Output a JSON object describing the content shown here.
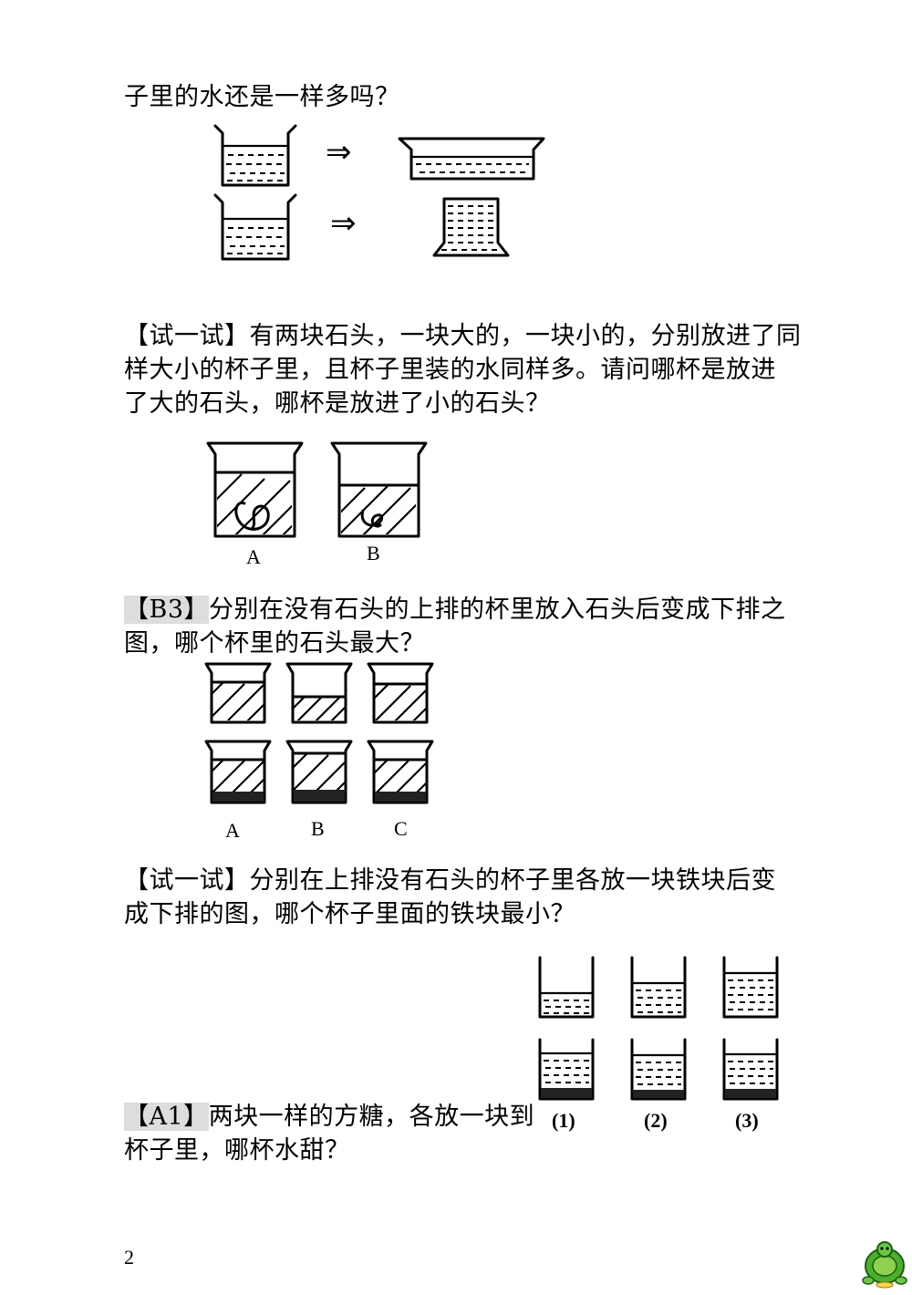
{
  "intro": {
    "line1": "子里的水还是一样多吗？",
    "arrow": "⇒"
  },
  "try1": {
    "line1": "【试一试】有两块石头，一块大的，一块小的，分别放进了同",
    "line2": "样大小的杯子里，且杯子里装的水同样多。请问哪杯是放进",
    "line3": "了大的石头，哪杯是放进了小的石头？",
    "labels": [
      "A",
      "B"
    ]
  },
  "b3": {
    "tag": "【B3】",
    "line1": "分别在没有石头的上排的杯里放入石头后变成下排之",
    "line2": "图，哪个杯里的石头最大？",
    "labels": [
      "A",
      "B",
      "C"
    ]
  },
  "try2": {
    "line1": "【试一试】分别在上排没有石头的杯子里各放一块铁块后变",
    "line2": "成下排的图，哪个杯子里面的铁块最小？",
    "labels": [
      "(1)",
      "(2)",
      "(3)"
    ]
  },
  "a1": {
    "tag": "【A1】",
    "line1": "两块一样的方糖，各放一块到",
    "line2": "杯子里，哪杯水甜？"
  },
  "footer": {
    "page_number": "2",
    "logo_icon": "turtle-logo-icon"
  }
}
